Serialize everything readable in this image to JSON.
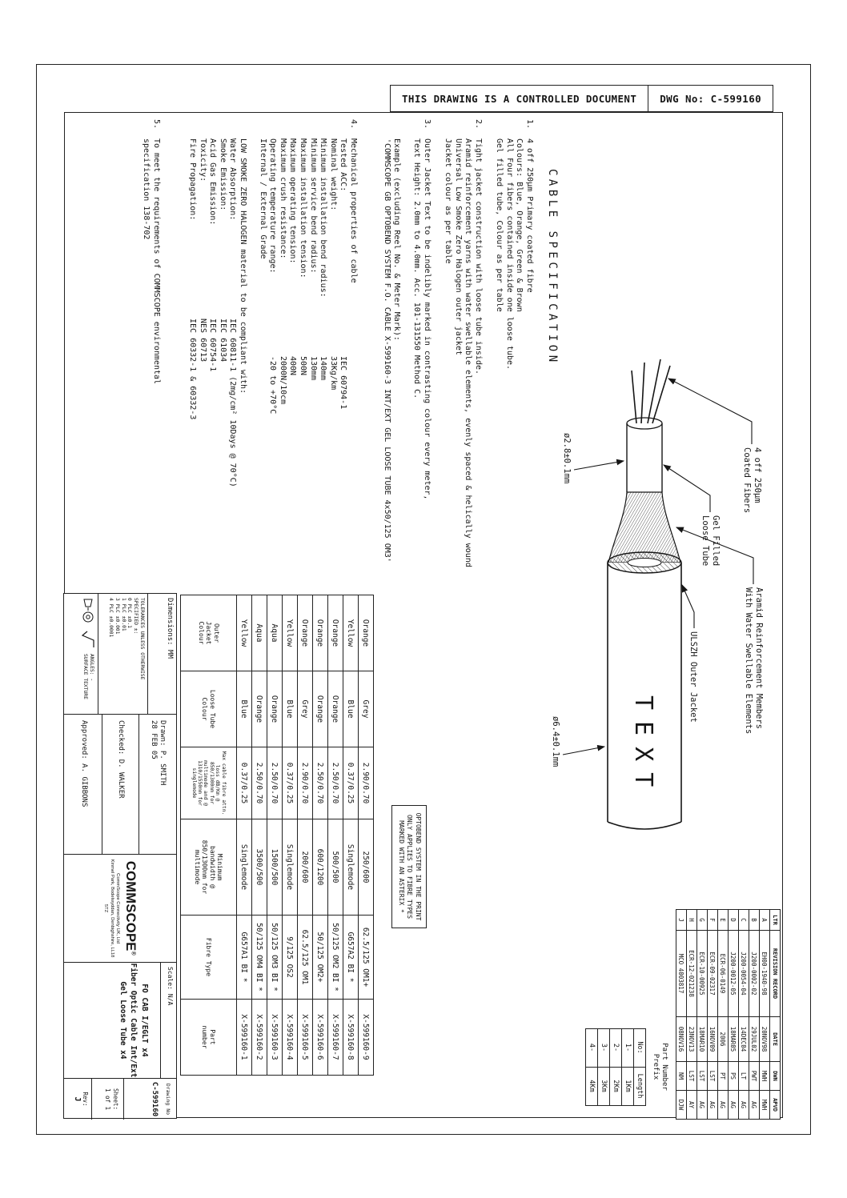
{
  "banner": {
    "controlled_text": "THIS DRAWING IS A CONTROLLED DOCUMENT",
    "dwg_no": "DWG No: C-599160"
  },
  "title": "CABLE SPECIFICATION",
  "notes": {
    "n1": {
      "num": "1.",
      "lines": [
        "4 off 250µm Primary coated fibre",
        "Colours: Blue, Orange, Green & Brown",
        "All Four fibers contained inside one loose tube.",
        "Gel filled tube, Colour as per table"
      ]
    },
    "n2": {
      "num": "2.",
      "lines": [
        "Tight jacket construction with loose tube inside.",
        "Aramid reinforcement yarns with water swellable elements, evenly spaced & helically wound",
        "Universal Low Smoke Zero Halogen outer jacket",
        "Jacket colour as per table"
      ]
    },
    "n3": {
      "num": "3.",
      "lines": [
        "Outer Jacket Text to be indelibly marked in contrasting colour every meter,",
        "Text Height: 2.0mm to 4.0mm. Acc. 101-131550 Method C.",
        "",
        "Example (excluding Reel No. & Meter Mark):",
        "'COMMSCOPE GB OPTOBEND SYSTEM F.O. CABLE X-599160-3 INT/EXT GEL LOOSE TUBE 4x50/125 OM3'"
      ]
    },
    "n4": {
      "num": "4.",
      "intro": "Mechanical properties of cable",
      "props": [
        {
          "k": "Tested ACC:",
          "v": "IEC 60794-1"
        },
        {
          "k": "Nominal weight:",
          "v": "33Kg/km"
        },
        {
          "k": "Minimum installation bend radius:",
          "v": "140mm"
        },
        {
          "k": "Minimum service bend radius:",
          "v": "130mm"
        },
        {
          "k": "Maximum installation tension:",
          "v": "500N"
        },
        {
          "k": "Maximum operating tension:",
          "v": "400N"
        },
        {
          "k": "Maximum crush resistance:",
          "v": "2000N/10cm"
        },
        {
          "k": "Operating temperature range:",
          "v": "-20 to +70°C"
        }
      ],
      "grade_line": "Internal / External Grade",
      "lszh_title": "LOW SMOKE ZERO HALOGEN material to be compliant with:",
      "lszh_props": [
        {
          "k": "Water Absorption:",
          "v": "IEC 60811-1 (2mg/cm² 10Days @ 70°C)"
        },
        {
          "k": "Smoke Emission:",
          "v": "IEC 61034"
        },
        {
          "k": "Acid Gas Emission:",
          "v": "IEC 60754-1"
        },
        {
          "k": "Toxicity:",
          "v": "NES 60713"
        },
        {
          "k": "Fire Propagation:",
          "v": "IEC 60332-1 & 60332-3"
        }
      ]
    },
    "n5": {
      "num": "5.",
      "lines": [
        "To meet the requirements of COMMSCOPE environmental",
        "specification 138-702"
      ]
    }
  },
  "illustration": {
    "fibers_l1": "4 off 250µm",
    "fibers_l2": "Coated Fibers",
    "tube_l1": "Gel Filled",
    "tube_l2": "Loose Tube",
    "aramid_l1": "Aramid Reinforcement Members",
    "aramid_l2": "With Water Swellable Elements",
    "jacket_l": "ULSZH Outer Jacket",
    "dim_tube": "ø2.8±0.1mm",
    "dim_jacket": "ø6.4±0.1mm",
    "jacket_text": "TEXT"
  },
  "optobend_note": {
    "l1": "OPTOBEND SYSTEM IN THE PRINT",
    "l2": "ONLY APPLIES TO FIBRE TYPES",
    "l3": "MARKED WITH AN ASTERIX *"
  },
  "fiber_table": {
    "headers": [
      "Outer\nJacket\nColour",
      "Loose Tube\nColour",
      "Max cable fibre attn.\nloss dB/Km @\n850/1300nm for\nmultimode and @\n1310/1550nm for\nsinglemode",
      "Minimum\nbandwidth @\n850/1300nm for\nmultimode",
      "Fibre Type",
      "Part\nnumber"
    ],
    "rows": [
      {
        "jacket": "Orange",
        "tube": "Grey",
        "attn": "2.90/0.70",
        "bw": "250/600",
        "type": "62.5/125 OM1+",
        "part": "X-599160-9"
      },
      {
        "jacket": "Yellow",
        "tube": "Blue",
        "attn": "0.37/0.25",
        "bw": "Singlemode",
        "type": "G657A2 BI *",
        "part": "X-599160-8"
      },
      {
        "jacket": "Orange",
        "tube": "Orange",
        "attn": "2.50/0.70",
        "bw": "500/500",
        "type": "50/125 OM2 BI *",
        "part": "X-599160-7"
      },
      {
        "jacket": "Orange",
        "tube": "Orange",
        "attn": "2.50/0.70",
        "bw": "600/1200",
        "type": "50/125 OM2+",
        "part": "X-599160-6"
      },
      {
        "jacket": "Orange",
        "tube": "Grey",
        "attn": "2.90/0.70",
        "bw": "200/600",
        "type": "62.5/125 OM1",
        "part": "X-599160-5"
      },
      {
        "jacket": "Yellow",
        "tube": "Blue",
        "attn": "0.37/0.25",
        "bw": "Singlemode",
        "type": "9/125 OS2",
        "part": "X-599160-4"
      },
      {
        "jacket": "Aqua",
        "tube": "Orange",
        "attn": "2.50/0.70",
        "bw": "1500/500",
        "type": "50/125 OM3 BI *",
        "part": "X-599160-3"
      },
      {
        "jacket": "Aqua",
        "tube": "Orange",
        "attn": "2.50/0.70",
        "bw": "3500/500",
        "type": "50/125 OM4 BI *",
        "part": "X-599160-2"
      },
      {
        "jacket": "Yellow",
        "tube": "Blue",
        "attn": "0.37/0.25",
        "bw": "Singlemode",
        "type": "G657A1 BI *",
        "part": "X-599160-1"
      }
    ]
  },
  "prefix": {
    "label_l1": "Part Number",
    "label_l2": "Prefix",
    "col_no": "No:",
    "col_len": "Length",
    "rows": [
      {
        "no": "1-",
        "len": "1Km"
      },
      {
        "no": "2-",
        "len": "2Km"
      },
      {
        "no": "3-",
        "len": "3Km"
      },
      {
        "no": "4-",
        "len": "4Km"
      }
    ]
  },
  "rev_table": {
    "headers": [
      "LTR",
      "REVISION RECORD",
      "DATE",
      "DWN",
      "APVD"
    ],
    "rows": [
      {
        "ltr": "A",
        "record": "EH00-1940-98",
        "date": "20NOV98",
        "dwn": "MWH",
        "apvd": "MWH"
      },
      {
        "ltr": "B",
        "record": "J200-0002-02",
        "date": "29JUL02",
        "dwn": "PWT",
        "apvd": "AG"
      },
      {
        "ltr": "C",
        "record": "J200-0054-04",
        "date": "14DEC04",
        "dwn": "LT",
        "apvd": "AG"
      },
      {
        "ltr": "D",
        "record": "J200-0012-05",
        "date": "18MAR05",
        "dwn": "PS",
        "apvd": "AG"
      },
      {
        "ltr": "E",
        "record": "ECR-06-0149",
        "date": "2006",
        "dwn": "PT",
        "apvd": "AG"
      },
      {
        "ltr": "F",
        "record": "ECR-09-02317",
        "date": "16NOV09",
        "dwn": "LST",
        "apvd": "AG"
      },
      {
        "ltr": "G",
        "record": "ECR-10-00925",
        "date": "18MAR10",
        "dwn": "LST",
        "apvd": "AG"
      },
      {
        "ltr": "H",
        "record": "ECR-12-021238",
        "date": "23NOV13",
        "dwn": "LST",
        "apvd": "AY"
      },
      {
        "ltr": "J",
        "record": "MCO 4003817",
        "date": "08NOV16",
        "dwn": "NM",
        "apvd": "DJW"
      }
    ]
  },
  "title_block": {
    "dimensions_label": "Dimensions:",
    "dimensions_value": "MM",
    "tol_title": "TOLERANCES UNLESS OTHERWISE SPECIFIED ±:",
    "tolerances": [
      "0 PLC  ±0.1",
      "1 PLC  ±0.01",
      "3 PLC  ±0.001",
      "4 PLC  ±0.0001"
    ],
    "angles": "ANGLES: -",
    "surface": "SURFACE TEXTURE",
    "drawn_label": "Drawn: P. SMITH",
    "drawn_date": "28 FEB 05",
    "checked": "Checked: D. WALKER",
    "approved": "Approved: A. GIBBONS",
    "logo": "COMMSCOPE",
    "logo_reg": "®",
    "company_l1": "CommScope Connectivity UK, Ltd",
    "company_l2": "Kinmel Park, Bodelwyddan, Denbighshire, LL18 5TZ",
    "scale_label": "Scale:",
    "scale_value": "N/A",
    "title_l1": "FO CAB I/EGLT x4",
    "title_l2": "Fiber Optic Cable Int/Ext",
    "title_l3": "Gel Loose Tube x4",
    "drawing_no_label": "Drawing No",
    "drawing_no": "C-599160",
    "sheet_label": "Sheet:",
    "sheet_value": "1 of 1",
    "rev_label": "Rev:",
    "rev_value": "J"
  }
}
